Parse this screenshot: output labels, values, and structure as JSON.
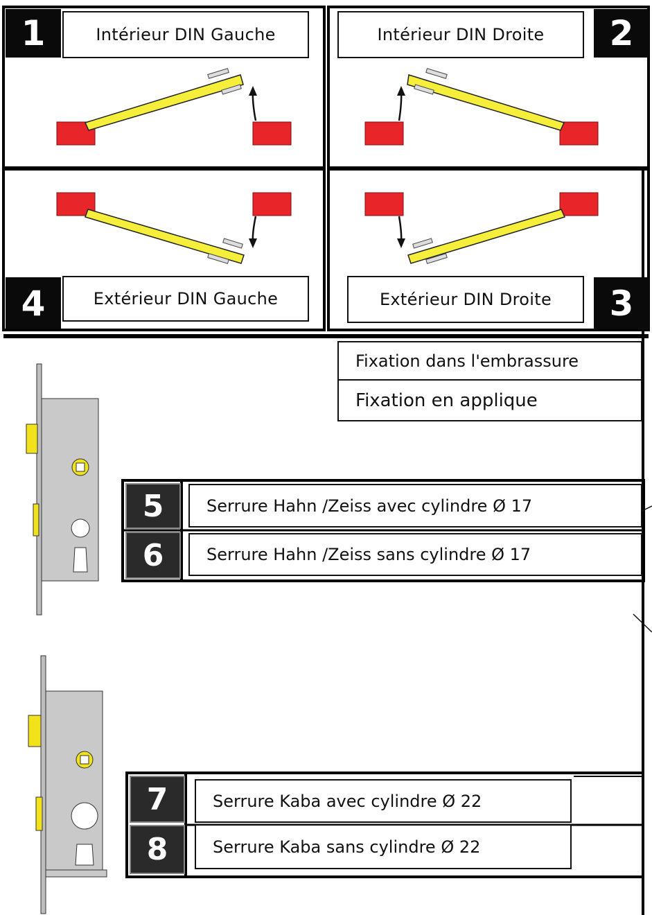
{
  "panels": [
    {
      "number": "1",
      "title": "Intérieur  DIN Gauche"
    },
    {
      "number": "2",
      "title": "Intérieur DIN Droite"
    },
    {
      "number": "4",
      "title": "Extérieur DIN Gauche"
    },
    {
      "number": "3",
      "title": "Extérieur DIN Droite"
    }
  ],
  "fixation": {
    "option1": "Fixation dans l'embrassure",
    "option2": "Fixation en applique"
  },
  "locks": [
    {
      "number": "5",
      "label": "Serrure Hahn /Zeiss  avec cylindre Ø 17"
    },
    {
      "number": "6",
      "label": "Serrure Hahn /Zeiss  sans cylindre Ø 17"
    },
    {
      "number": "7",
      "label": "Serrure Kaba avec cylindre Ø 22"
    },
    {
      "number": "8",
      "label": "Serrure Kaba sans cylindre Ø 22"
    }
  ],
  "colors": {
    "frame_red": "#e8262a",
    "door_yellow": "#f5ef3c",
    "lock_plate": "#c9c9c9",
    "brass": "#f2e21b"
  }
}
